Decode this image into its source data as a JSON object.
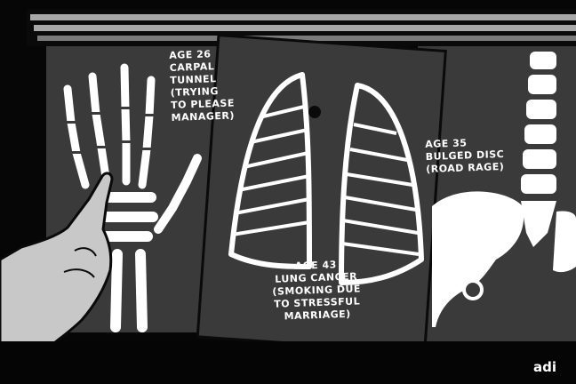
{
  "captions": {
    "hand": {
      "line1": "AGE 26",
      "line2": "CARPAL",
      "line3": "TUNNEL",
      "line4": "(TRYING",
      "line5": "TO PLEASE",
      "line6": "MANAGER)"
    },
    "lungs": {
      "line1": "AGE 43",
      "line2": "LUNG CANCER",
      "line3": "(SMOKING DUE",
      "line4": "TO STRESSFUL",
      "line5": "MARRIAGE)"
    },
    "spine": {
      "line1": "AGE 35",
      "line2": "BULGED DISC",
      "line3": "(ROAD RAGE)"
    }
  },
  "signature": "adi",
  "colors": {
    "background": "#060606",
    "film": "#3a3a3a",
    "bone": "#ffffff",
    "finger": "#c8c8c8",
    "lightbox_bar": "#a8a8a8"
  }
}
